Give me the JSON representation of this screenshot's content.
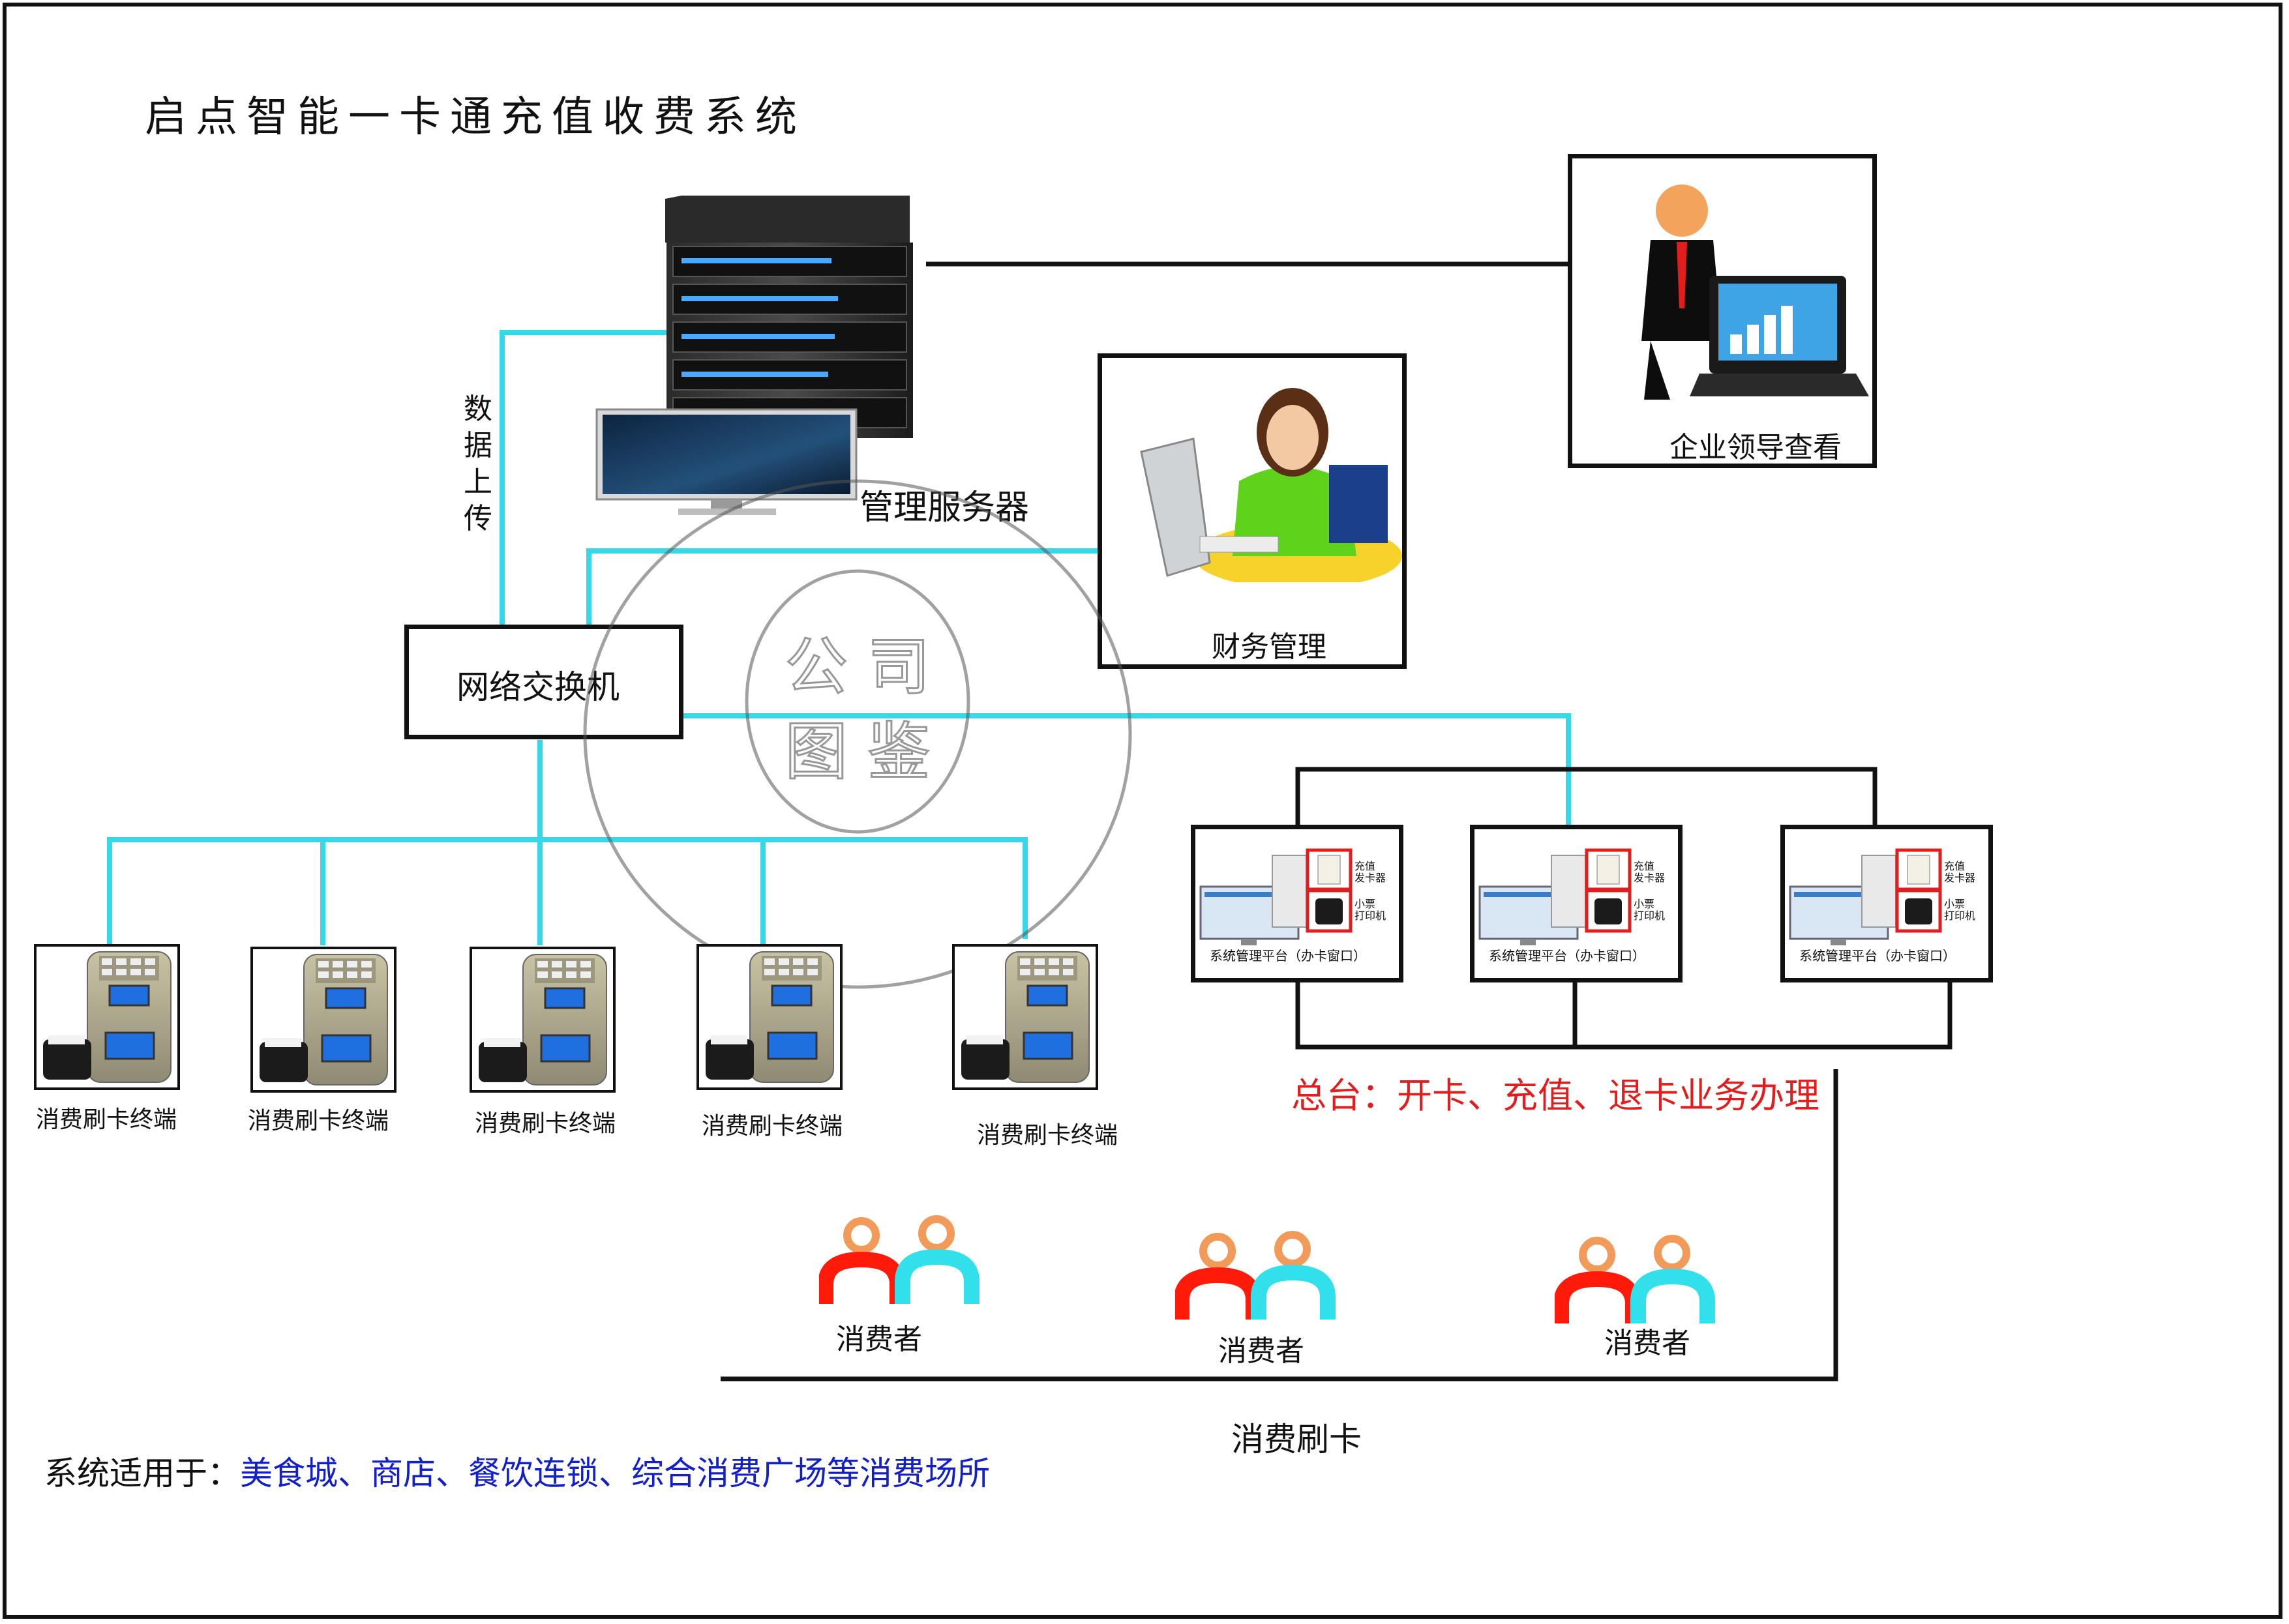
{
  "title": "启点智能一卡通充值收费系统",
  "nodes": {
    "server_label": "管理服务器",
    "upload_label": [
      "数",
      "据",
      "上",
      "传"
    ],
    "switch_label": "网络交换机",
    "finance_label": "财务管理",
    "leader_label": "企业领导查看",
    "terminal_labels": [
      "消费刷卡终端",
      "消费刷卡终端",
      "消费刷卡终端",
      "消费刷卡终端",
      "消费刷卡终端"
    ],
    "platform_label": "系统管理平台（办卡窗口）",
    "platform_device_top": [
      "充值",
      "发卡器"
    ],
    "platform_device_bottom": [
      "小票",
      "打印机"
    ],
    "front_desk_note": "总台：开卡、充值、退卡业务办理",
    "consumer_label": "消费者",
    "swipe_label": "消费刷卡"
  },
  "watermark": {
    "inner_top": "公 司",
    "inner_bottom": "图 鉴"
  },
  "footer": {
    "prefix": "系统适用于：",
    "venues": "美食城、商店、餐饮连锁、综合消费广场等消费场所"
  },
  "colors": {
    "link": "#35d8e6",
    "line": "#111111",
    "note": "#e21d1d",
    "venues": "#1320c9",
    "person_a": "#ff1a0a",
    "person_b": "#32e0ec",
    "head": "#f29a5a"
  }
}
